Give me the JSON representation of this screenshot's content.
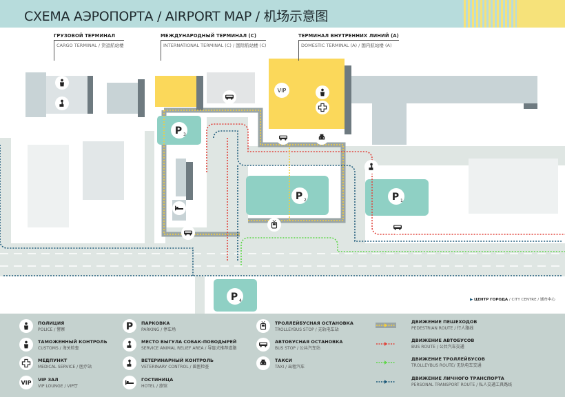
{
  "header": {
    "title": "СХЕМА АЭРОПОРТА  /  AIRPORT MAP / 机场示意图"
  },
  "terminals": [
    {
      "ru": "ГРУЗОВОЙ ТЕРМИНАЛ",
      "en": "CARGO TERMINAL / 货运航站楼"
    },
    {
      "ru": "МЕЖДУНАРОДНЫЙ ТЕРМИНАЛ (С)",
      "en": "INTERNATIONAL TERMINAL (C) / 国际航站楼 (C)"
    },
    {
      "ru": "ТЕРМИНАЛ ВНУТРЕННИХ ЛИНИЙ (А)",
      "en": "DOMESTIC TERMINAL (A) / 国内航站楼 (A)"
    }
  ],
  "map": {
    "parking": [
      {
        "p": "P",
        "n": "3"
      },
      {
        "p": "P",
        "n": "2"
      },
      {
        "p": "P",
        "n": "1"
      },
      {
        "p": "P",
        "n": "4"
      }
    ],
    "vip": "VIP",
    "taxi": "TAXI",
    "city_ru": "ЦЕНТР ГОРОДА",
    "city_rest": " / CITY CENTRE / 城市中心"
  },
  "legend": [
    {
      "ru": "ПОЛИЦИЯ",
      "en": "POLICE / 警察",
      "icon": "police-icon"
    },
    {
      "ru": "ТАМОЖЕННЫЙ КОНТРОЛЬ",
      "en": "CUSTOMS / 海关检查",
      "icon": "customs-icon"
    },
    {
      "ru": "МЕДПУНКТ",
      "en": "MEDICAL SERVICE / 医疗站",
      "icon": "medical-icon"
    },
    {
      "ru": "VIP ЗАЛ",
      "en": "VIP LOUNGE / VIP厅",
      "icon": "vip-icon",
      "glyph": "VIP"
    },
    {
      "ru": "ПАРКОВКА",
      "en": "PARKING / 停车场",
      "icon": "parking-icon",
      "glyph": "P"
    },
    {
      "ru": "МЕСТО ВЫГУЛА СОБАК-ПОВОДЫРЕЙ",
      "en": "SERVICE ANIMAL RELIEF AREA / 导盲犬推荐道路",
      "icon": "dog-relief-icon"
    },
    {
      "ru": "ВЕТЕРИНАРНЫЙ КОНТРОЛЬ",
      "en": "VETERINARY CONTROL / 兽医检查",
      "icon": "veterinary-icon"
    },
    {
      "ru": "ГОСТИНИЦА",
      "en": "HOTEL / 旅馆",
      "icon": "hotel-icon"
    },
    {
      "ru": "ТРОЛЛЕЙБУСНАЯ ОСТАНОВКА",
      "en": "TROLLEYBUS STOP / 无轨电车站",
      "icon": "trolleybus-icon"
    },
    {
      "ru": "АВТОБУСНАЯ ОСТАНОВКА",
      "en": "BUS STOP / 公共汽车站",
      "icon": "bus-icon"
    },
    {
      "ru": "ТАКСИ",
      "en": "TAXI / 出租汽车",
      "icon": "taxi-icon"
    },
    {
      "ru": "ДВИЖЕНИЕ ПЕШЕХОДОВ",
      "en": "PEDESTRIAN ROUTE / 行人路线",
      "icon": "pedestrian-route-icon"
    },
    {
      "ru": "ДВИЖЕНИЕ АВТОБУСОВ",
      "en": "BUS ROUTE / 公共汽车交通",
      "icon": "bus-route-icon"
    },
    {
      "ru": "ДВИЖЕНИЕ ТРОЛЛЕЙБУСОВ",
      "en": "TROLLEYBUS ROUTE/ 无轨电车交通",
      "icon": "trolleybus-route-icon"
    },
    {
      "ru": "ДВИЖЕНИЕ ЛИЧНОГО ТРАНСПОРТА",
      "en": "PERSONAL TRANSPORT ROUTE / 私人交通工具路线",
      "icon": "personal-route-icon"
    }
  ],
  "colors": {
    "teal": "#8fd0c4",
    "yellow": "#fbd85a",
    "bus": "#e0443c",
    "trolley": "#5fd64a",
    "personal": "#1e5a7a",
    "pedestrian": "#f5cf3a"
  }
}
